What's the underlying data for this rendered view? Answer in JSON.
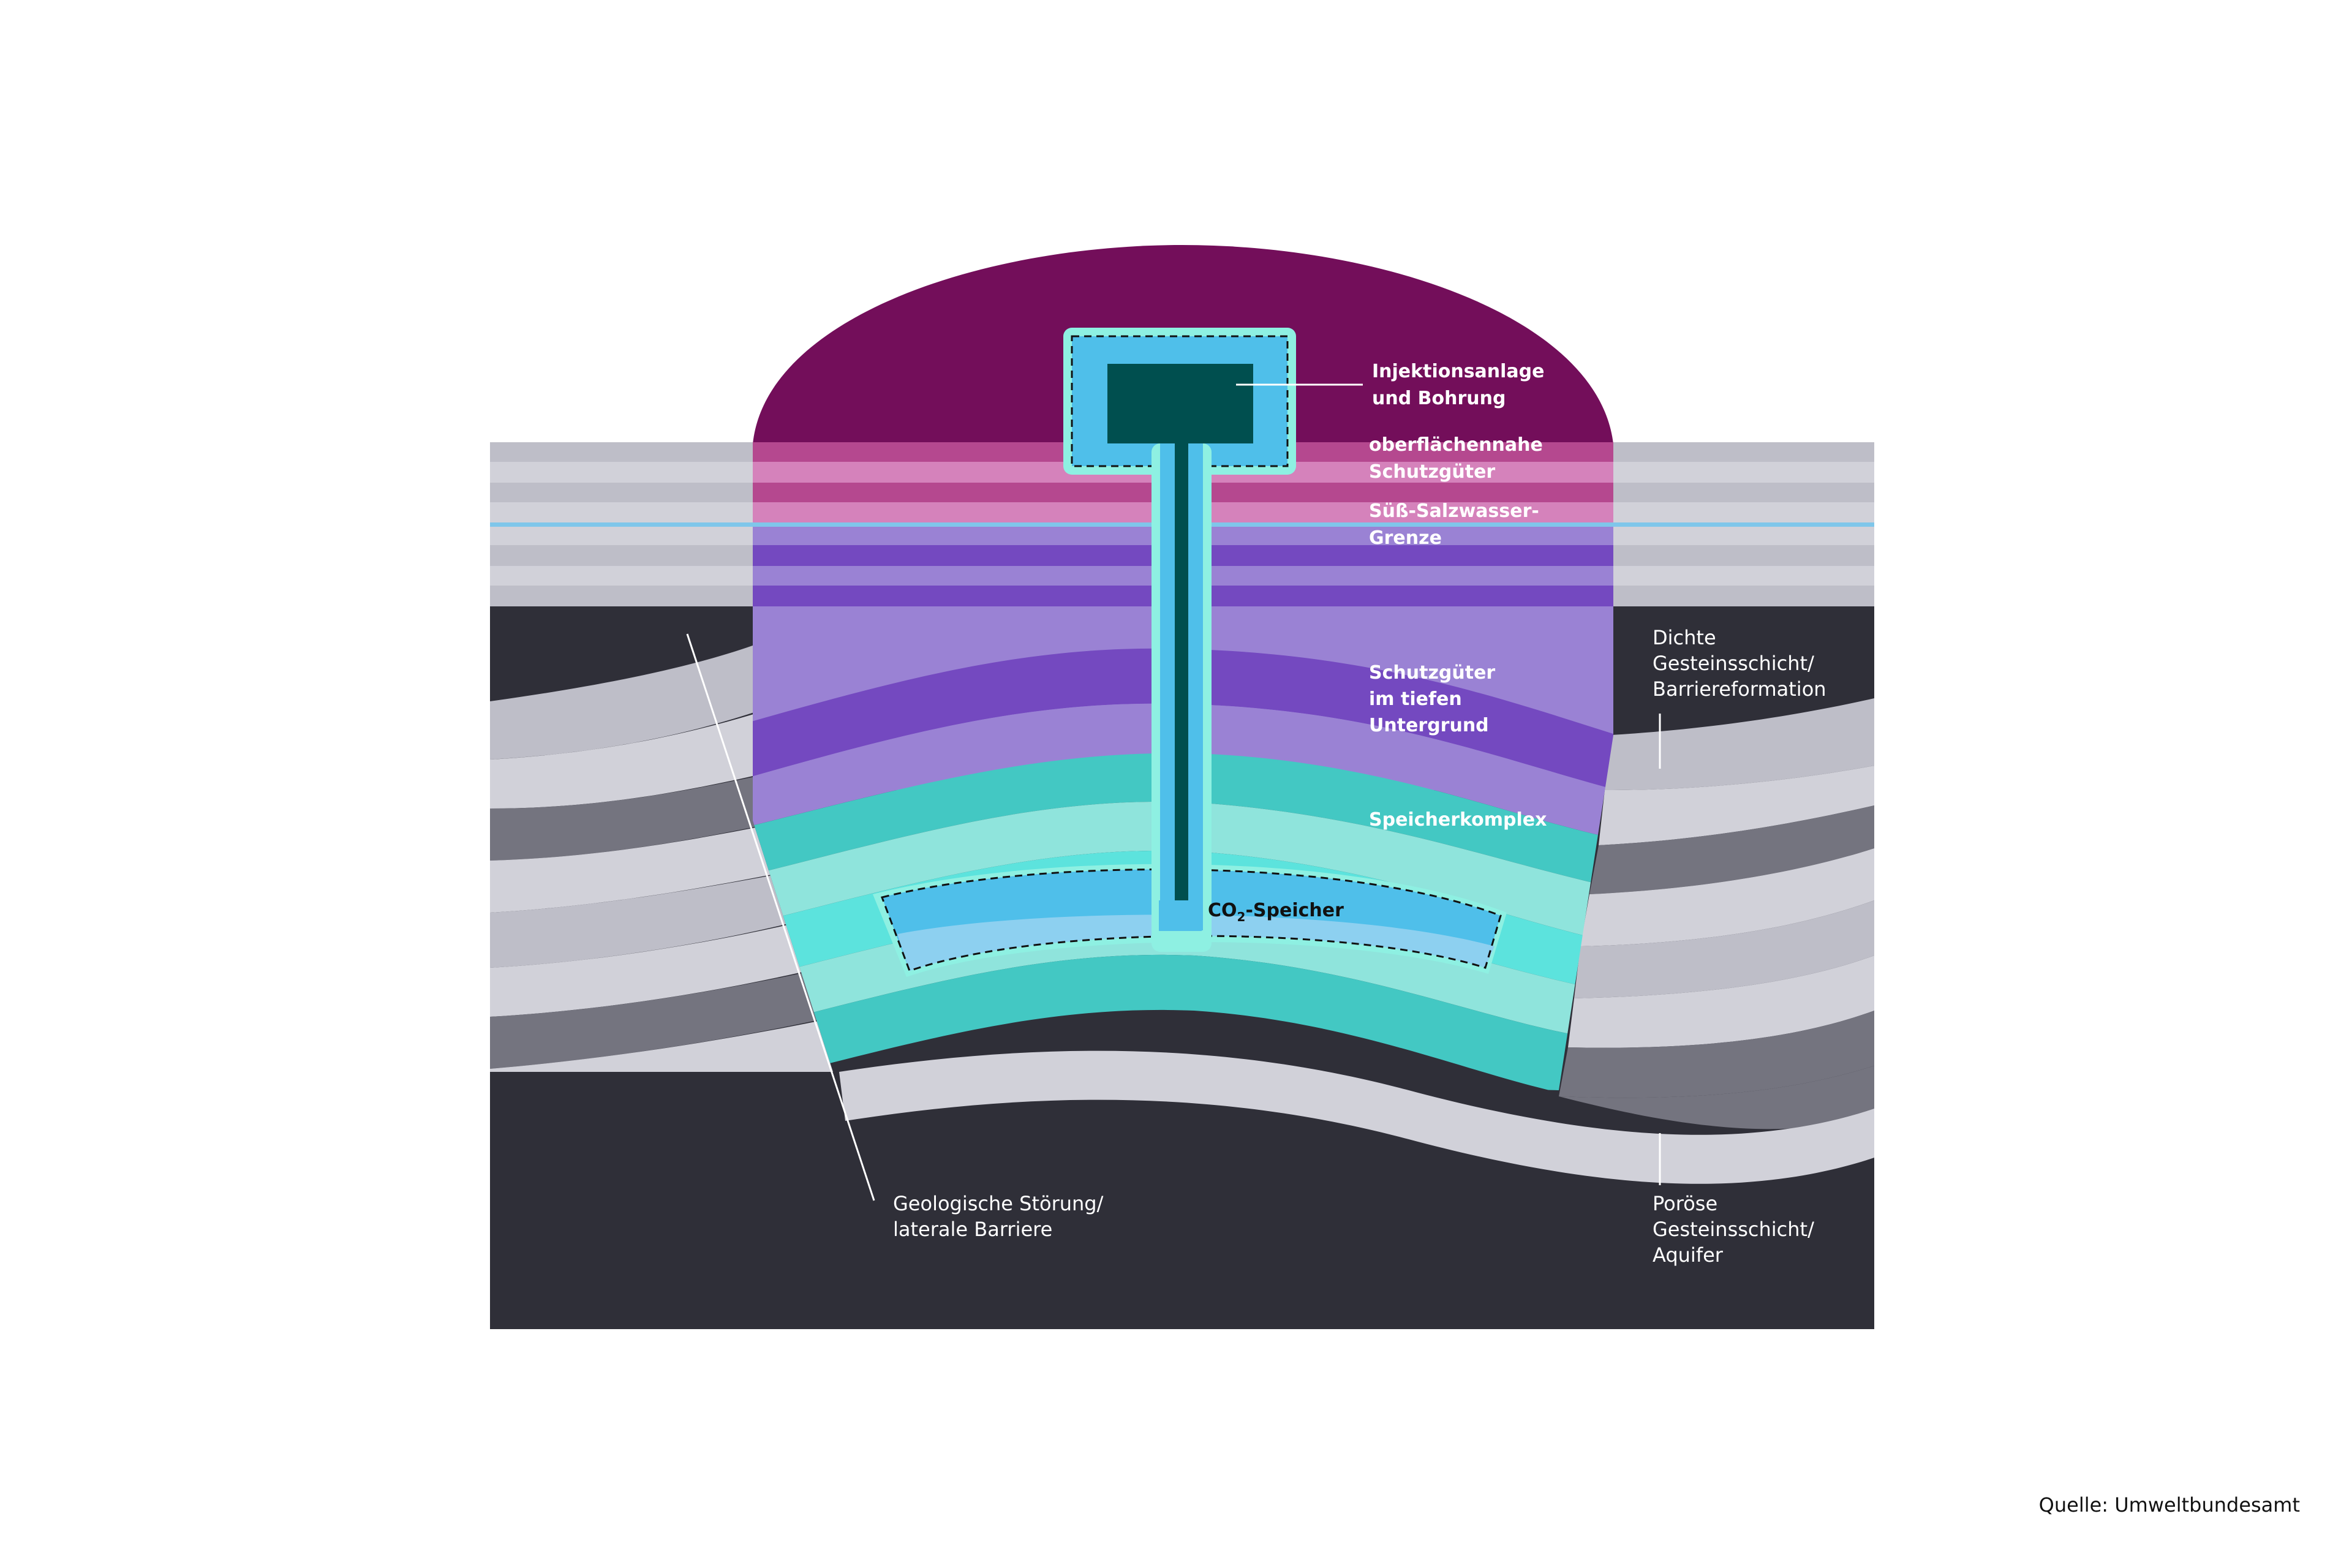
{
  "labels": {
    "injection_line1": "Injektionsanlage",
    "injection_line2": "und Bohrung",
    "shallow_line1": "oberflächennahe",
    "shallow_line2": "Schutzgüter",
    "saltwater_line1": "Süß-Salzwasser-",
    "saltwater_line2": "Grenze",
    "deep_line1": "Schutzgüter",
    "deep_line2": "im tiefen",
    "deep_line3": "Untergrund",
    "storage_complex": "Speicherkomplex",
    "co2_main": "CO",
    "co2_sub": "2",
    "co2_rest": "-Speicher",
    "barrier_line1": "Dichte",
    "barrier_line2": "Gesteinsschicht/",
    "barrier_line3": "Barriereformation",
    "fault_line1": "Geologische Störung/",
    "fault_line2": "laterale Barriere",
    "aquifer_line1": "Poröse",
    "aquifer_line2": "Gesteinsschicht/",
    "aquifer_line3": "Aquifer",
    "source": "Quelle: Umweltbundesamt"
  },
  "colors": {
    "dark_rock": "#2f2f38",
    "grey_light": "#d1d1d9",
    "grey_mid": "#bebec8",
    "grey_dark": "#74747f",
    "dome": "#730e5a",
    "pink_dark": "#b5488f",
    "pink_light": "#d582bb",
    "salt_line": "#7fc6ea",
    "lavender": "#9a82d4",
    "purple": "#7449c0",
    "teal": "#43c8c3",
    "teal_light": "#8fe4dc",
    "aqua": "#5ce3dd",
    "blue": "#4fbfea",
    "blue_light": "#8dd0f0",
    "well_dark": "#004f4f",
    "halo": "#8ef0e2"
  }
}
